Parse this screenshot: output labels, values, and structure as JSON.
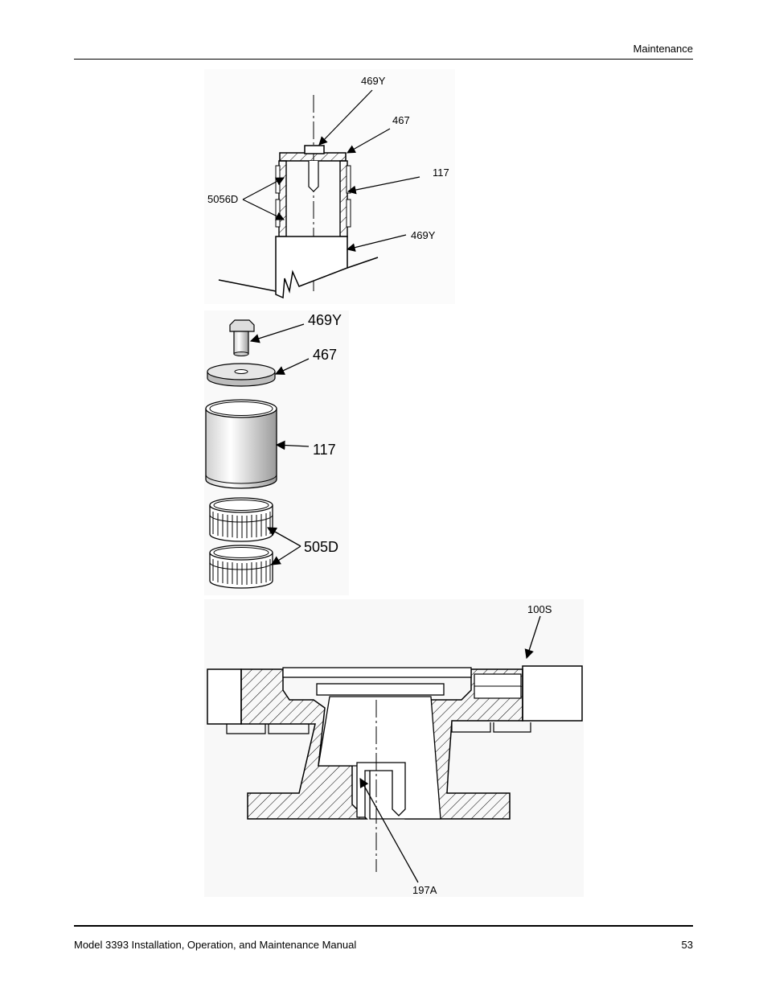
{
  "header": {
    "section": "Maintenance"
  },
  "figure1": {
    "callouts": {
      "bolt_top": "469Y",
      "washer": "467",
      "sleeve": "117",
      "bearings": "5056D",
      "shaft": "469Y"
    }
  },
  "figure2": {
    "callouts": {
      "bolt": "469Y",
      "washer": "467",
      "sleeve": "117",
      "bearings": "505D"
    }
  },
  "figure3": {
    "callouts": {
      "housing": "100S",
      "bushing": "197A"
    }
  },
  "footer": {
    "manual_title": "Model 3393 Installation, Operation, and Maintenance Manual",
    "page_number": "53"
  }
}
